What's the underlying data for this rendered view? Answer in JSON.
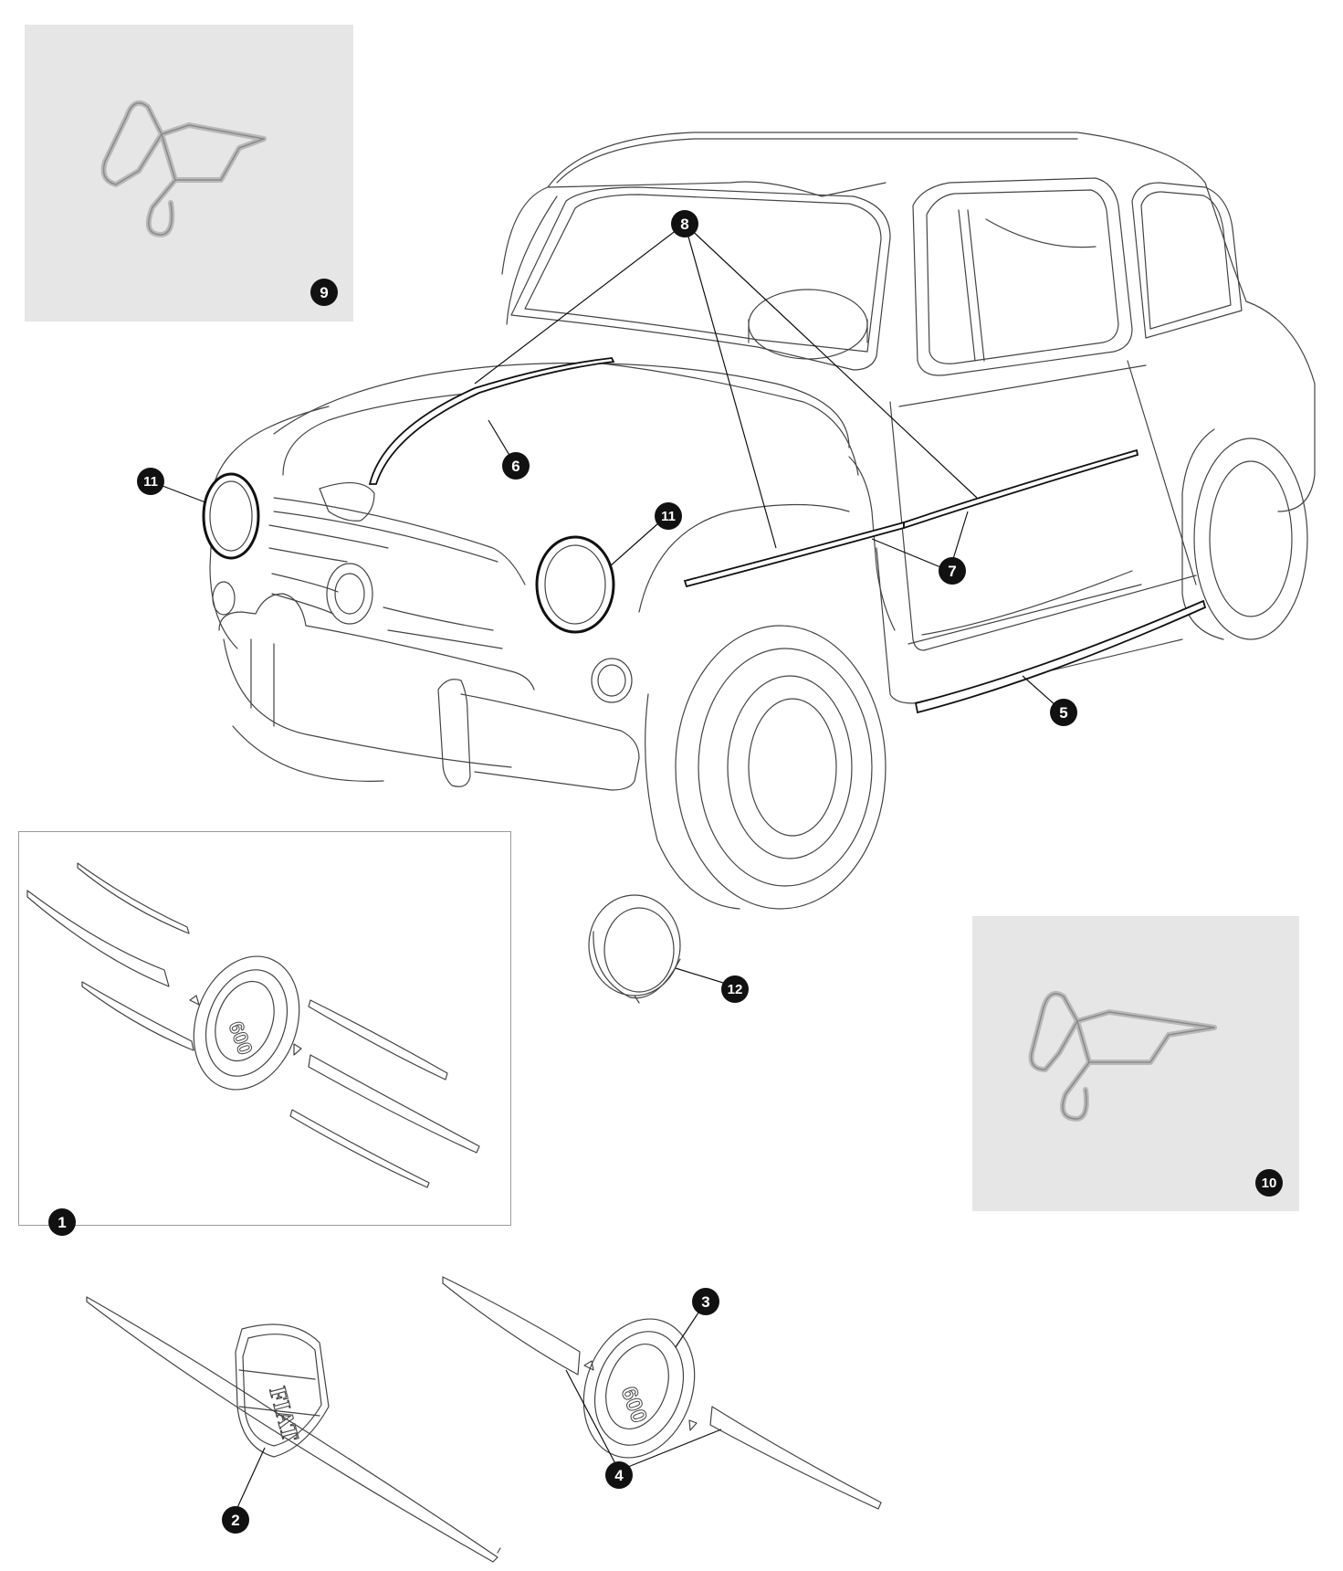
{
  "callouts": [
    {
      "id": "1",
      "label": "1"
    },
    {
      "id": "2",
      "label": "2"
    },
    {
      "id": "3",
      "label": "3"
    },
    {
      "id": "4",
      "label": "4"
    },
    {
      "id": "5",
      "label": "5"
    },
    {
      "id": "6",
      "label": "6"
    },
    {
      "id": "7",
      "label": "7"
    },
    {
      "id": "8",
      "label": "8"
    },
    {
      "id": "9",
      "label": "9"
    },
    {
      "id": "10",
      "label": "10"
    },
    {
      "id": "11a",
      "label": "11"
    },
    {
      "id": "11b",
      "label": "11"
    },
    {
      "id": "12",
      "label": "12"
    }
  ],
  "emblem_text": {
    "badge_600": "600",
    "badge_fiat": "FIAT"
  },
  "colors": {
    "photo_background": "#e6e6e6",
    "callout_fill": "#111111",
    "callout_text": "#ffffff",
    "outline": "#444444"
  }
}
